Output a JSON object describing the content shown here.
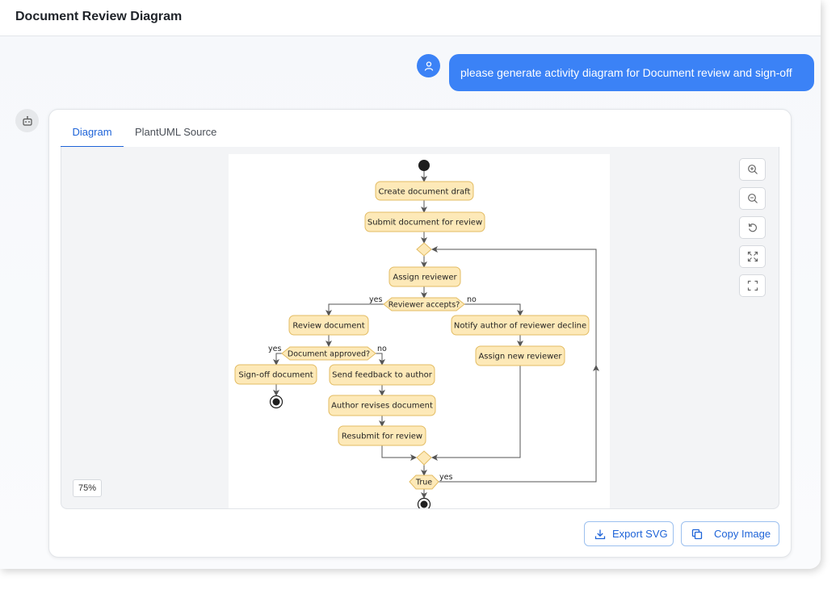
{
  "header": {
    "title": "Document Review Diagram"
  },
  "conversation": {
    "user_message": "please generate activity diagram for Document review and sign-off"
  },
  "tabs": [
    {
      "label": "Diagram",
      "active": true
    },
    {
      "label": "PlantUML Source",
      "active": false
    }
  ],
  "zoom": {
    "level": "75%"
  },
  "actions": {
    "export_label": "Export SVG",
    "copy_label": "Copy Image"
  },
  "diagram": {
    "activities": {
      "create_draft": "Create document draft",
      "submit": "Submit document for review",
      "assign_reviewer": "Assign reviewer",
      "review": "Review document",
      "notify_decline": "Notify author of reviewer decline",
      "assign_new": "Assign new reviewer",
      "sign_off": "Sign-off document",
      "send_feedback": "Send feedback to author",
      "author_revises": "Author revises document",
      "resubmit": "Resubmit for review"
    },
    "decisions": {
      "reviewer_accepts": "Reviewer accepts?",
      "doc_approved": "Document approved?",
      "loop_true": "True"
    },
    "edge_labels": {
      "yes": "yes",
      "no": "no"
    }
  },
  "colors": {
    "accent": "#3b82f6",
    "tab_active": "#1d63d8",
    "activity_fill": "#fde9b8",
    "activity_border": "#e3bc63"
  }
}
